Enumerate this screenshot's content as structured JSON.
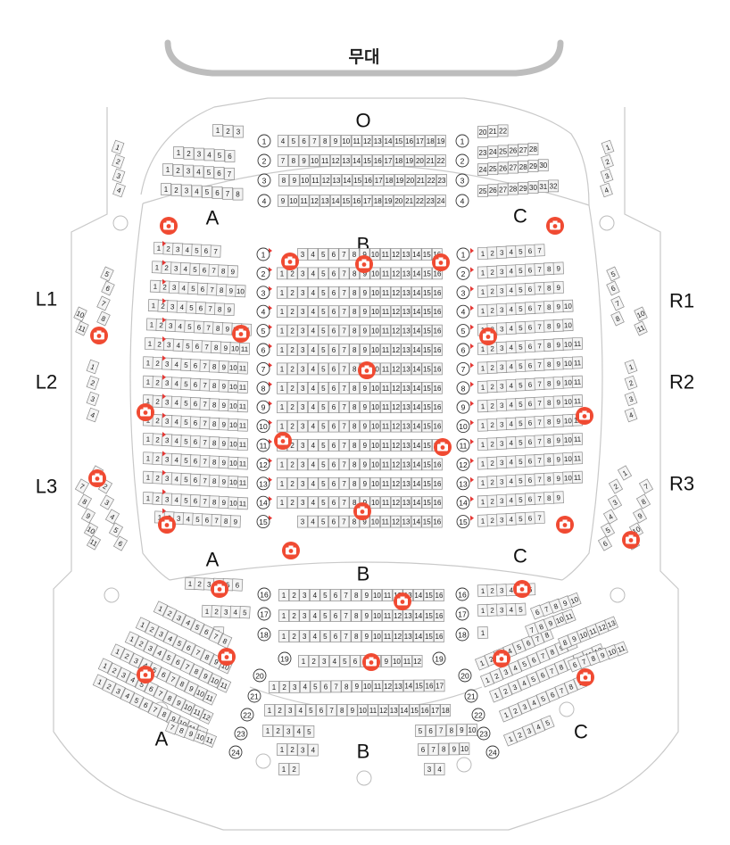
{
  "stage": {
    "label": "무대"
  },
  "sections": {
    "O": "O",
    "A_upper": "A",
    "B_upper": "B",
    "C_upper": "C",
    "A_mid": "A",
    "B_mid": "B",
    "C_mid": "C",
    "A_low": "A",
    "B_low": "B",
    "C_low": "C",
    "L1": "L1",
    "L2": "L2",
    "L3": "L3",
    "R1": "R1",
    "R2": "R2",
    "R3": "R3"
  },
  "o_section": {
    "left_block": [
      {
        "seats": [
          "1",
          "2",
          "3"
        ]
      },
      {
        "seats": [
          "1",
          "2",
          "3",
          "4",
          "5",
          "6"
        ]
      },
      {
        "seats": [
          "1",
          "2",
          "3",
          "4",
          "5",
          "6",
          "7"
        ]
      },
      {
        "seats": [
          "1",
          "2",
          "3",
          "4",
          "5",
          "6",
          "7",
          "8"
        ]
      }
    ],
    "rows": [
      "1",
      "2",
      "3",
      "4"
    ],
    "center_block": [
      {
        "seats": [
          "4",
          "5",
          "6",
          "7",
          "8",
          "9",
          "10",
          "11",
          "12",
          "13",
          "14",
          "15",
          "16",
          "17",
          "18",
          "19"
        ]
      },
      {
        "seats": [
          "7",
          "8",
          "9",
          "10",
          "11",
          "12",
          "13",
          "14",
          "15",
          "16",
          "17",
          "18",
          "19",
          "20",
          "21",
          "22"
        ]
      },
      {
        "seats": [
          "8",
          "9",
          "10",
          "11",
          "12",
          "13",
          "14",
          "15",
          "16",
          "17",
          "18",
          "19",
          "20",
          "21",
          "22",
          "23"
        ]
      },
      {
        "seats": [
          "9",
          "10",
          "11",
          "12",
          "13",
          "14",
          "15",
          "16",
          "17",
          "18",
          "19",
          "20",
          "21",
          "22",
          "23",
          "24"
        ]
      }
    ],
    "right_block": [
      {
        "seats": [
          "20",
          "21",
          "22"
        ]
      },
      {
        "seats": [
          "23",
          "24",
          "25",
          "26",
          "27",
          "28"
        ]
      },
      {
        "seats": [
          "24",
          "25",
          "26",
          "27",
          "28",
          "29",
          "30"
        ]
      },
      {
        "seats": [
          "25",
          "26",
          "27",
          "28",
          "29",
          "30",
          "31",
          "32"
        ]
      }
    ]
  },
  "main_rows": [
    "1",
    "2",
    "3",
    "4",
    "5",
    "6",
    "7",
    "8",
    "9",
    "10",
    "11",
    "12",
    "13",
    "14",
    "15"
  ],
  "lower_rows_left": [
    "16",
    "17",
    "18",
    "19",
    "20",
    "21",
    "22",
    "23",
    "24"
  ],
  "lower_rows_right": [
    "16",
    "17",
    "18",
    "19",
    "20",
    "21",
    "22",
    "23",
    "24"
  ],
  "side_boxes": {
    "top_left": [
      "1",
      "2",
      "3",
      "4"
    ],
    "top_right": [
      "1",
      "2",
      "3",
      "4"
    ],
    "L1": [
      "5",
      "6",
      "7",
      "8",
      "10",
      "11"
    ],
    "R1": [
      "5",
      "6",
      "7",
      "8",
      "10",
      "11"
    ],
    "L2": [
      "1",
      "2",
      "3",
      "4"
    ],
    "R2": [
      "1",
      "2",
      "3",
      "4"
    ],
    "L3": [
      "1",
      "2",
      "3",
      "4",
      "5",
      "6",
      "7",
      "8",
      "9",
      "10",
      "11"
    ],
    "R3": [
      "1",
      "2",
      "3",
      "4",
      "5",
      "6",
      "7",
      "8",
      "9",
      "10",
      "11"
    ]
  },
  "camera_icon": "camera-icon",
  "colors": {
    "camera": "#f04a32",
    "marker": "#e53935",
    "seat_stroke": "#8a8a8a"
  }
}
